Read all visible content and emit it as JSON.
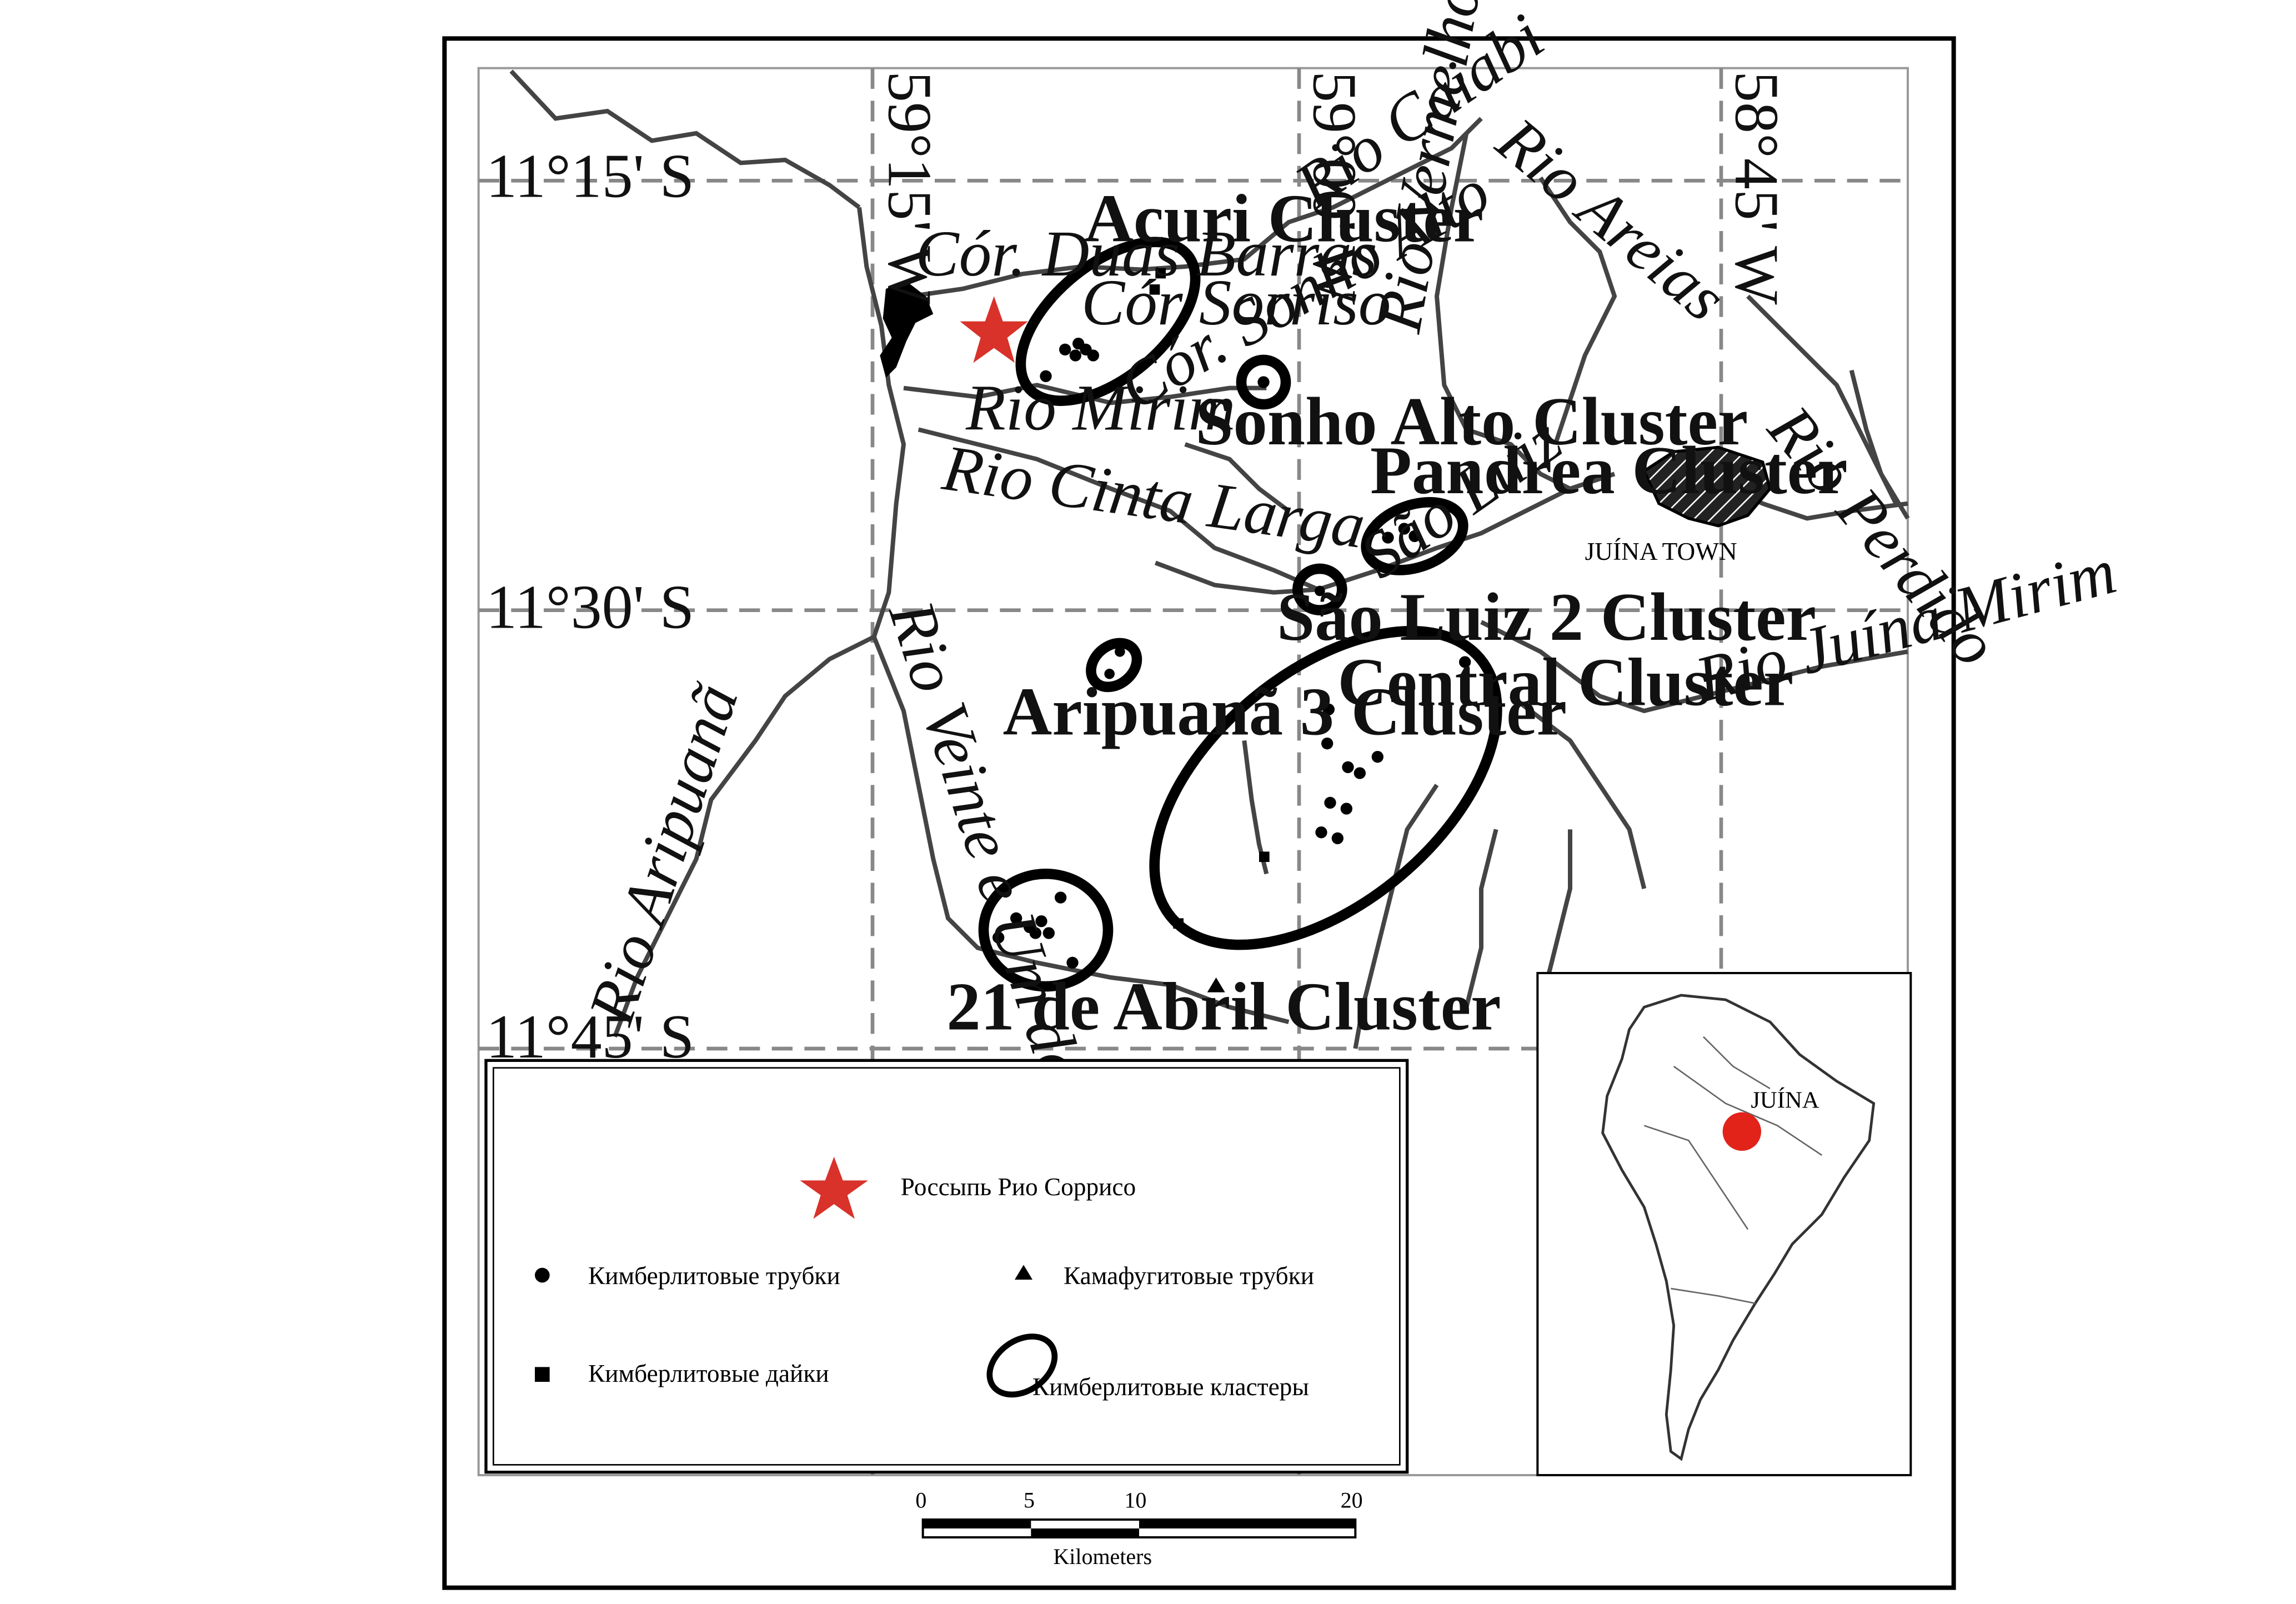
{
  "coordinates": {
    "lon_59_15": "59°15' W",
    "lon_59_00": "59°00' W",
    "lon_58_45": "58°45' W",
    "lat_11_15": "11°15' S",
    "lat_11_30": "11°30' S",
    "lat_11_45": "11°45' S"
  },
  "clusters": {
    "acuri": "Acuri Cluster",
    "sonho_alto": "Sonho Alto Cluster",
    "pandrea": "Pandrea Cluster",
    "sao_luiz_2": "São Luiz 2 Cluster",
    "central": "Central Cluster",
    "aripuana_3": "Aripuanã 3 Cluster",
    "abril_21": "21 de Abril Cluster"
  },
  "rivers": {
    "duas_barras": "Cór. Duas Barras",
    "sorriso": "Cór Sorriso",
    "sonho_alto": "Cór. Sonho Alto",
    "mirim": "Rio Mirim",
    "cinta_larga": "Rio Cinta Larga",
    "caiabi": "Rio Caiabi",
    "areias": "Rio Areias",
    "vermelho": "Rio Vermelho",
    "perdido": "Rio Perdido",
    "sao_luiz": "São Luiz",
    "juina_mirim": "Rio Juína Mirim",
    "veinte_abril": "Rio Veinte e Um de Abril",
    "aripuana": "Rio Aripuanã"
  },
  "town": "JUÍNA TOWN",
  "inset_label": "JUÍNA",
  "legend": {
    "placer": "Россыпь Рио Соррисо",
    "kimberlite_pipes": "Кимберлитовые трубки",
    "kamafugite_pipes": "Камафугитовые трубки",
    "kimberlite_dikes": "Кимберлитовые дайки",
    "kimberlite_clusters": "Кимберлитовые кластеры"
  },
  "scale": {
    "ticks": [
      "0",
      "5",
      "10",
      "20"
    ],
    "unit": "Kilometers"
  },
  "colors": {
    "star": "#d8322b",
    "inset_marker": "#e2231a",
    "frame": "#000000"
  },
  "icons": {
    "placer": "star-icon",
    "pipe": "circle-dot-icon",
    "dike": "square-icon",
    "kamafugite": "triangle-icon",
    "cluster": "ellipse-icon"
  }
}
